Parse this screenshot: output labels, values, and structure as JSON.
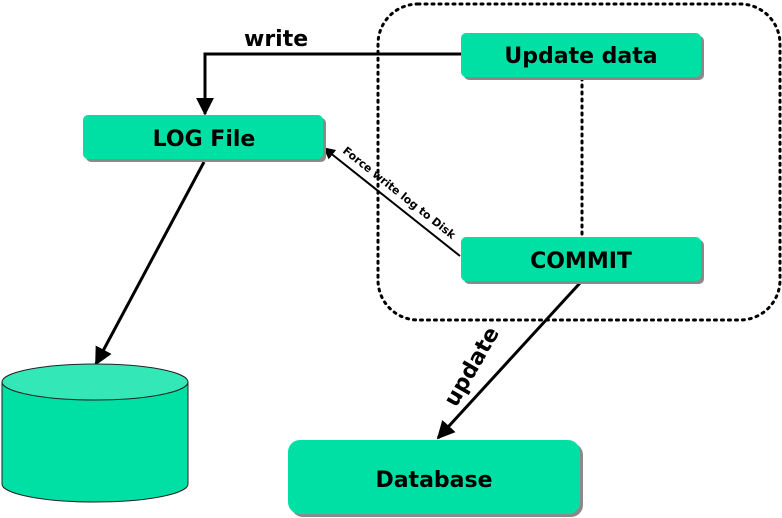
{
  "colors": {
    "box_fill": "#00e0a4",
    "box_shadow": "#8a8a8a",
    "cylinder_top": "#33e8b6",
    "line": "#000000"
  },
  "boxes": {
    "update_data": "Update data",
    "log_file": "LOG File",
    "commit": "COMMIT",
    "database": "Database"
  },
  "edges": {
    "write": "write",
    "force_write": "Force write log to Disk",
    "update": "update"
  },
  "icons": {
    "disk": "cylinder-disk-icon"
  }
}
